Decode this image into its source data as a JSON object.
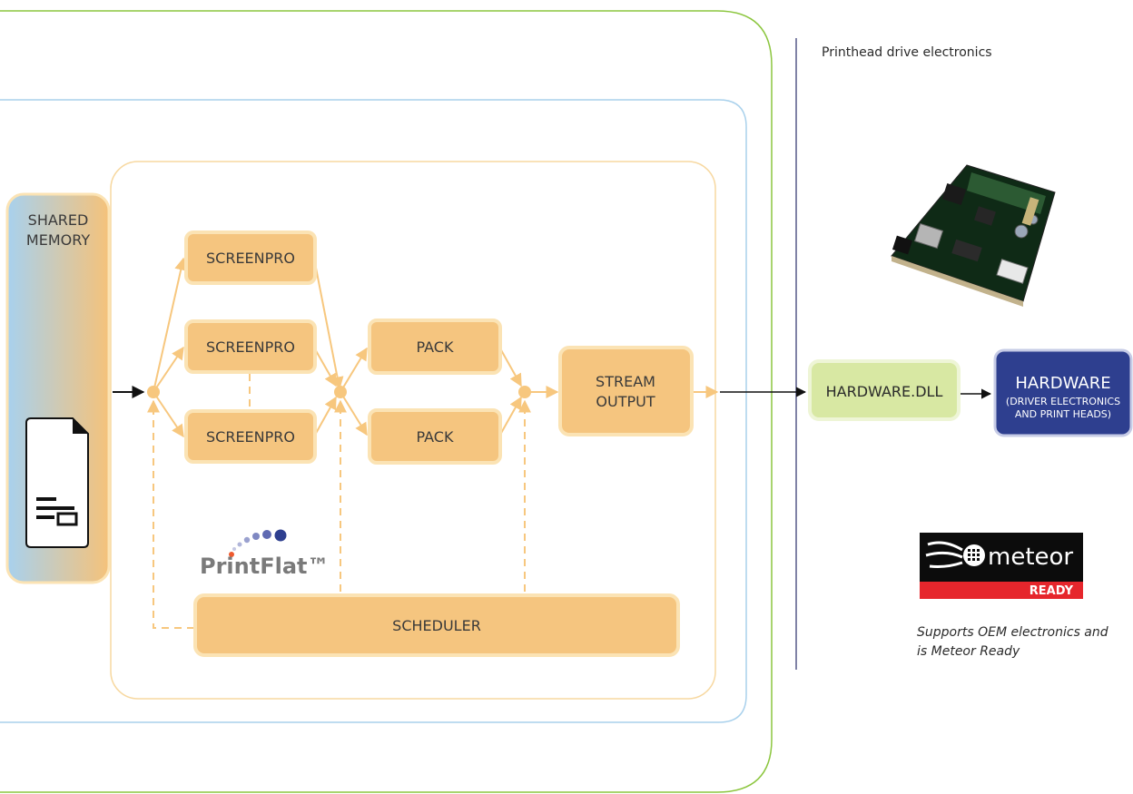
{
  "shared_memory": {
    "line1": "SHARED",
    "line2": "MEMORY"
  },
  "pipeline": {
    "screenpro_1": "SCREENPRO",
    "screenpro_2": "SCREENPRO",
    "screenpro_3": "SCREENPRO",
    "pack_1": "PACK",
    "pack_2": "PACK",
    "stream_output": {
      "line1": "STREAM",
      "line2": "OUTPUT"
    },
    "scheduler": "SCHEDULER",
    "printflat_logo": "PrintFlat™"
  },
  "right_panel": {
    "heading": "Printhead drive electronics",
    "hardware_dll": "HARDWARE.DLL",
    "hardware": {
      "line1": "HARDWARE",
      "line2": "(DRIVER ELECTRONICS",
      "line3": "AND PRINT HEADS)"
    },
    "meteor_logo": {
      "brand": "meteor",
      "tag": "READY"
    },
    "note": {
      "line1": "Supports OEM electronics and",
      "line2": "is Meteor Ready"
    }
  },
  "colors": {
    "outer_border": "#8cc63f",
    "middle_border": "#a9d1ec",
    "inner_border": "#f7d8a0",
    "box_fill": "#f5c57f",
    "box_border": "#fbe3b4",
    "connector": "#f7c77e",
    "hardware_dll_fill": "#d8e8a3",
    "hardware_fill": "#2e3f8f",
    "divider": "#2b2f6b"
  },
  "icons": [
    "document-icon",
    "circuit-board-image",
    "meteor-ready-logo",
    "printflat-logo"
  ]
}
